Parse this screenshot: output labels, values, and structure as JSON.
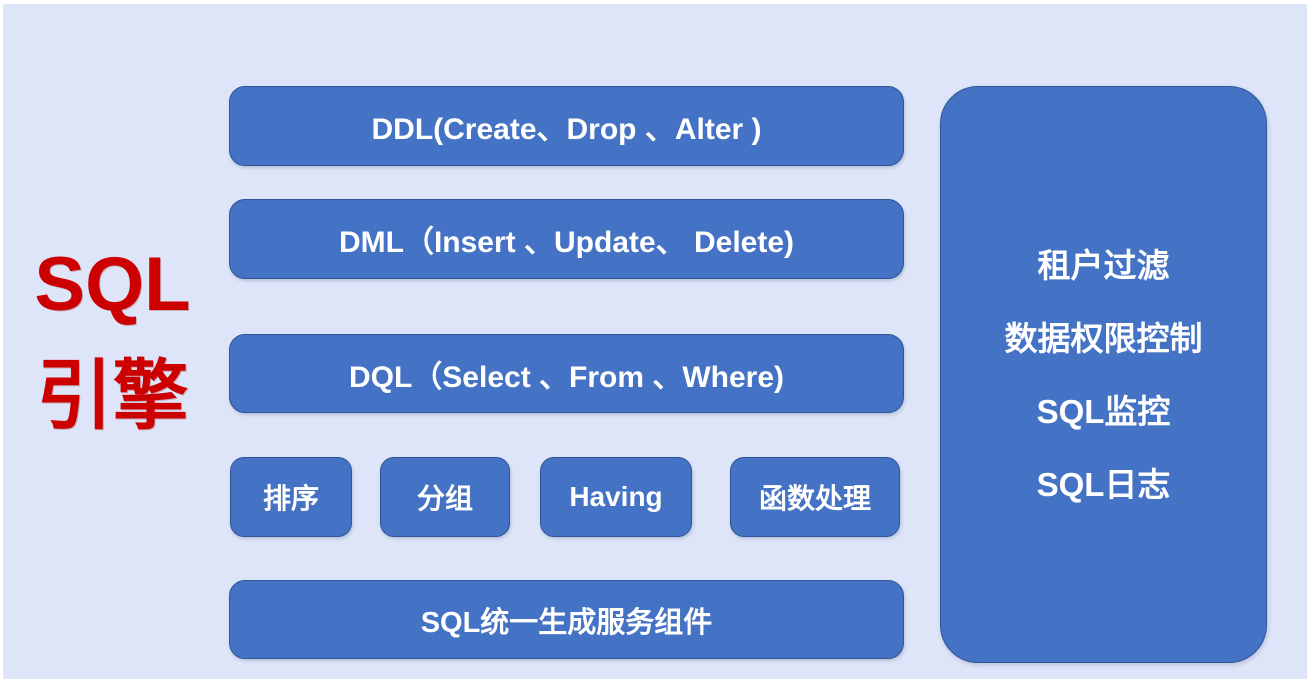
{
  "diagram": {
    "background_color": "#dee5f8",
    "box_color": "#4472c4",
    "box_border_color": "#2f5597",
    "title_color": "#cc0000",
    "box_text_color": "#ffffff"
  },
  "engine_label": {
    "line1": "SQL",
    "line2": "引擎"
  },
  "statements": [
    {
      "id": "ddl",
      "label": "DDL(Create、Drop 、Alter )"
    },
    {
      "id": "dml",
      "label": "DML（Insert 、Update、 Delete)"
    },
    {
      "id": "dql",
      "label": "DQL（Select 、From 、Where)"
    }
  ],
  "clauses": [
    {
      "id": "sort",
      "label": "排序"
    },
    {
      "id": "group",
      "label": "分组"
    },
    {
      "id": "having",
      "label": "Having"
    },
    {
      "id": "func",
      "label": "函数处理"
    }
  ],
  "unified_service": {
    "label": "SQL统一生成服务组件"
  },
  "governance_panel": {
    "items": [
      {
        "id": "tenant-filter",
        "label": "租户过滤"
      },
      {
        "id": "data-permission",
        "label": "数据权限控制"
      },
      {
        "id": "sql-monitor",
        "label": "SQL监控"
      },
      {
        "id": "sql-log",
        "label": "SQL日志"
      }
    ]
  }
}
